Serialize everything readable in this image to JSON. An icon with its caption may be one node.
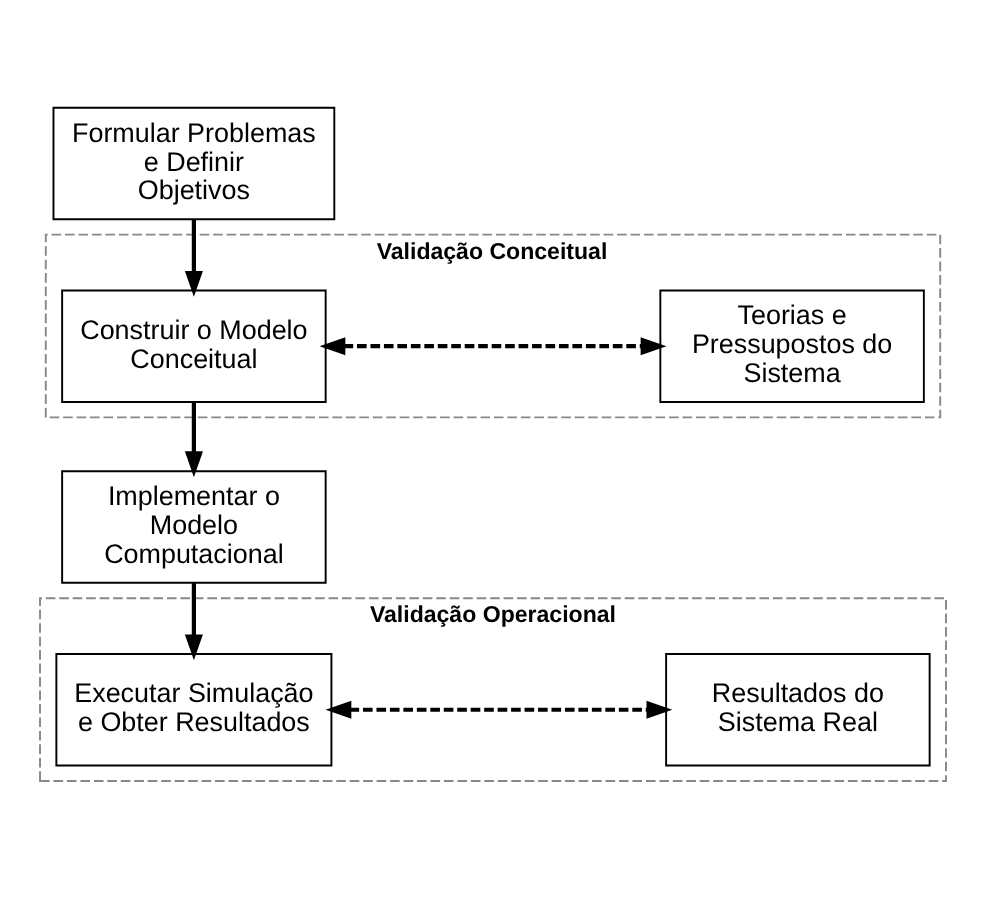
{
  "diagram": {
    "nodes": [
      {
        "text": [
          "Formular Problemas e Definir Objetivos"
        ]
      },
      {
        "text": [
          "Validação Conceitual"
        ]
      },
      {
        "text": [
          "Construir o Modelo Conceitual"
        ],
        "in": 1
      },
      {
        "text": [
          "Teorias e Pressupostos do Sistema"
        ],
        "in": 1
      },
      {
        "text": [
          "Implementar o Modelo Computacional"
        ]
      },
      {
        "text": [
          "Validação Operacional"
        ]
      },
      {
        "text": [
          "Executar Simulação e Obter Resultados"
        ],
        "in": 5
      },
      {
        "text": [
          "Resultados do Sistema Real"
        ],
        "in": 5
      }
    ],
    "edges": [
      {
        "from": 0,
        "to": 2,
        "arrow": "to"
      },
      {
        "from": 2,
        "to": 3,
        "arrow": "both",
        "style": "dashed"
      },
      {
        "from": 2,
        "to": 4,
        "arrow": "to"
      },
      {
        "from": 4,
        "to": 6,
        "arrow": "to"
      },
      {
        "from": 6,
        "to": 7,
        "arrow": "both",
        "style": "dashed"
      }
    ]
  }
}
